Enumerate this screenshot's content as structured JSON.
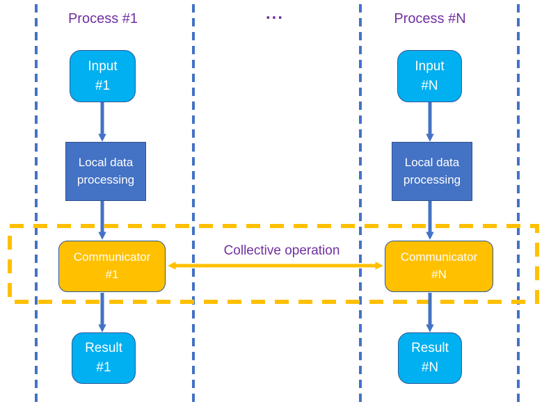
{
  "header": {
    "process1_label": "Process #1",
    "ellipsis": "...",
    "processN_label": "Process #N"
  },
  "process1": {
    "input": "Input\n#1",
    "local_processing": "Local data\nprocessing",
    "communicator": "Communicator\n#1",
    "result": "Result\n#1"
  },
  "processN": {
    "input": "Input\n#N",
    "local_processing": "Local data\nprocessing",
    "communicator": "Communicator\n#N",
    "result": "Result\n#N"
  },
  "collective": {
    "label": "Collective operation"
  },
  "colors": {
    "arrow_blue": "#4472C4",
    "io_box_cyan": "#00B0F0",
    "local_box_blue": "#4472C4",
    "communicator_amber": "#FFC000",
    "label_purple": "#7030A0",
    "box_border_navy": "#2E5697"
  }
}
